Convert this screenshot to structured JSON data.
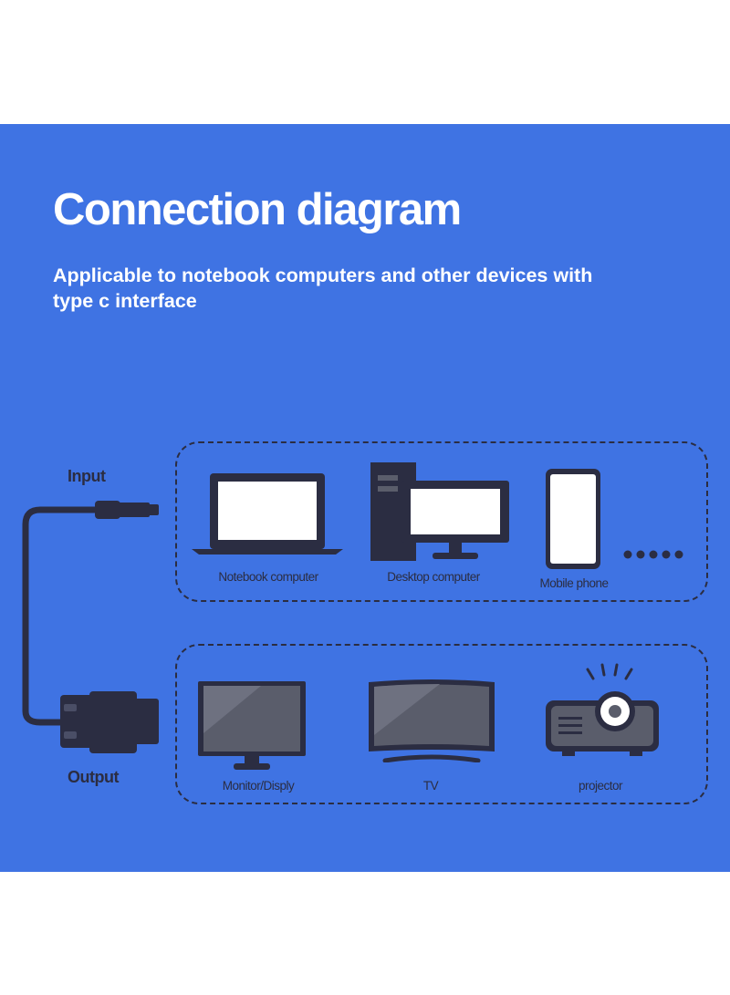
{
  "title": "Connection diagram",
  "subtitle": "Applicable to notebook computers and other devices with type c interface",
  "input_label": "Input",
  "output_label": "Output",
  "input_devices": [
    {
      "label": "Notebook computer",
      "icon": "laptop-icon"
    },
    {
      "label": "Desktop computer",
      "icon": "desktop-computer-icon"
    },
    {
      "label": "Mobile phone",
      "icon": "mobile-phone-icon"
    }
  ],
  "output_devices": [
    {
      "label": "Monitor/Disply",
      "icon": "monitor-icon"
    },
    {
      "label": "TV",
      "icon": "tv-icon"
    },
    {
      "label": "projector",
      "icon": "projector-icon"
    }
  ],
  "colors": {
    "background": "#3f73e3",
    "outline": "#2b2d42",
    "screen": "#ffffff",
    "screen_dark": "#5a5d6b",
    "text_light": "#ffffff"
  }
}
